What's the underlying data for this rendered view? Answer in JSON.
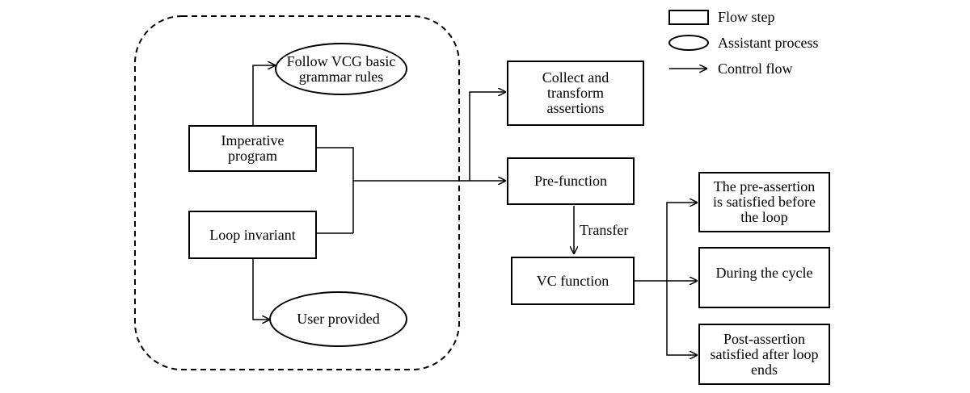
{
  "legend": {
    "flow_step": "Flow step",
    "assistant_process": "Assistant process",
    "control_flow": "Control flow"
  },
  "nodes": {
    "follow_vcg": "Follow VCG basic\ngrammar rules",
    "imperative_program": "Imperative\nprogram",
    "loop_invariant": "Loop invariant",
    "user_provided": "User provided",
    "collect_transform": "Collect and\ntransform\nassertions",
    "pre_function": "Pre-function",
    "transfer": "Transfer",
    "vc_function": "VC function",
    "pre_assertion": "The pre-assertion\nis satisfied before\nthe loop",
    "during_cycle": "During the cycle",
    "post_assertion": "Post-assertion\nsatisfied after loop\nends"
  }
}
